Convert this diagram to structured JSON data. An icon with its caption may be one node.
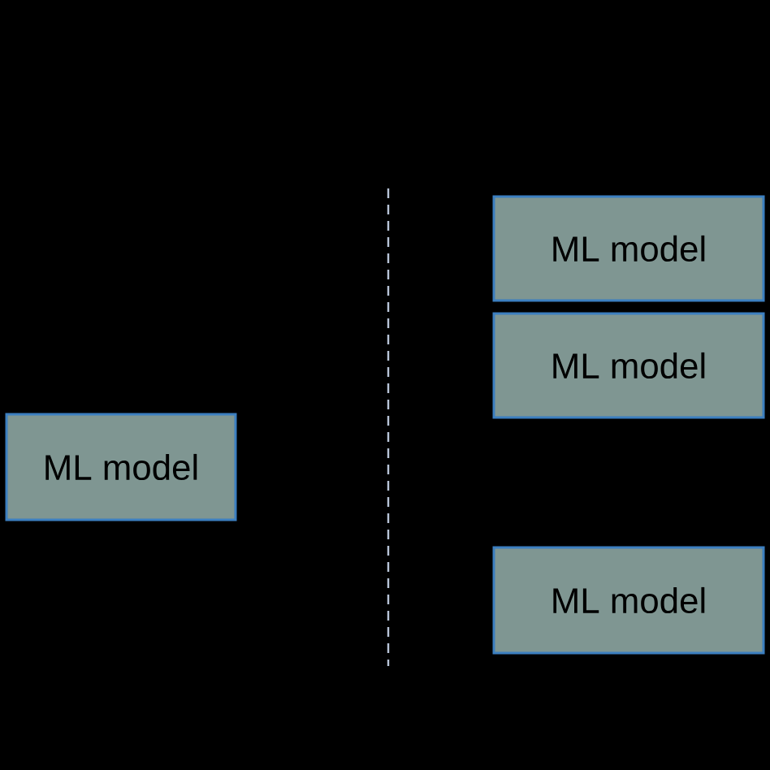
{
  "diagram": {
    "nodes": [
      {
        "text": [
          "ML model"
        ]
      },
      {
        "text": [
          "ML model"
        ]
      },
      {
        "text": [
          "ML model"
        ]
      },
      {
        "text": [
          "ML model"
        ]
      }
    ]
  }
}
